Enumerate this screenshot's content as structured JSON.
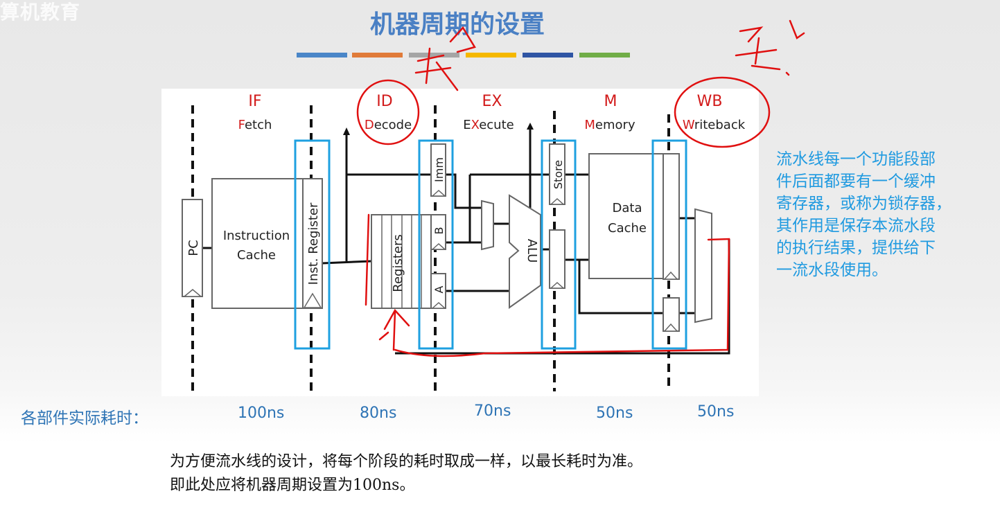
{
  "watermark": "算机教育",
  "slide": {
    "title": "机器周期的设置",
    "title_bar_colors": [
      "#4a86c8",
      "#e07b39",
      "#a5a5a5",
      "#f5b800",
      "#2f55a4",
      "#70ad47"
    ]
  },
  "diagram": {
    "stages": [
      {
        "abbr": "IF",
        "first": "F",
        "rest": "etch"
      },
      {
        "abbr": "ID",
        "first": "D",
        "rest": "ecode"
      },
      {
        "abbr": "EX",
        "first": "E",
        "mid": "X",
        "rest": "ecute"
      },
      {
        "abbr": "M",
        "first": "M",
        "rest": "emory"
      },
      {
        "abbr": "WB",
        "first": "W",
        "rest": "riteback"
      }
    ],
    "components": {
      "pc": "PC",
      "instruction_cache_1": "Instruction",
      "instruction_cache_2": "Cache",
      "inst_register": "Inst. Register",
      "registers": "Registers",
      "imm": "Imm",
      "b": "B",
      "a": "A",
      "alu": "ALU",
      "store": "Store",
      "data_cache_1": "Data",
      "data_cache_2": "Cache"
    },
    "colors": {
      "stage_red": "#d21a1a",
      "buffer_blue": "#1ea0e0",
      "annotation_red": "#e01010"
    }
  },
  "timings": {
    "label": "各部件实际耗时：",
    "values": [
      "100ns",
      "80ns",
      "70ns",
      "50ns",
      "50ns"
    ]
  },
  "side_note": {
    "lines": [
      "流水线每一个功能段部",
      "件后面都要有一个缓冲",
      "寄存器，或称为锁存器，",
      "其作用是保存本流水段",
      "的执行结果，提供给下",
      "一流水段使用。"
    ]
  },
  "bottom_note": {
    "line1": "为方便流水线的设计，将每个阶段的耗时取成一样，以最长耗时为准。",
    "line2": "即此处应将机器周期设置为100ns。"
  }
}
